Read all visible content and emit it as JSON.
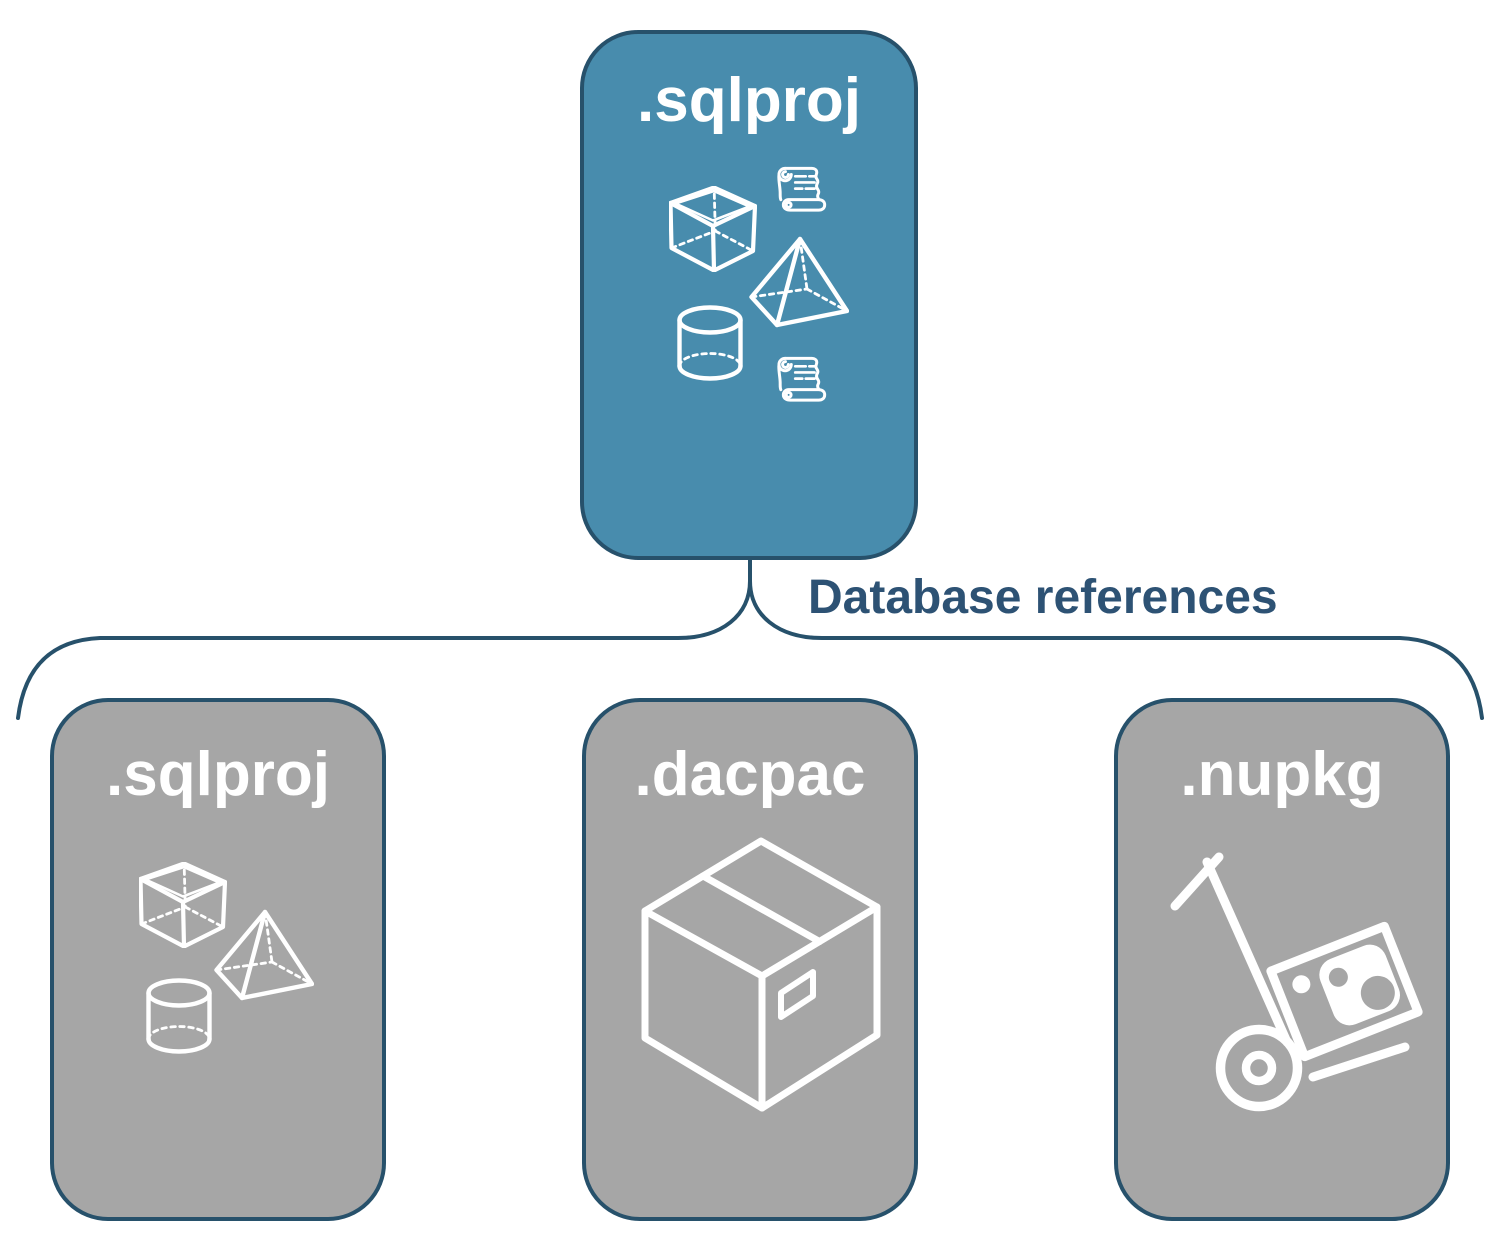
{
  "root_node": {
    "label": ".sqlproj",
    "icons": [
      "scroll-icon",
      "cube-icon",
      "pyramid-icon",
      "cylinder-icon",
      "scroll-icon"
    ]
  },
  "connector": {
    "label": "Database references"
  },
  "children": [
    {
      "label": ".sqlproj",
      "icons": [
        "cube-icon",
        "pyramid-icon",
        "cylinder-icon"
      ]
    },
    {
      "label": ".dacpac",
      "icons": [
        "package-box-icon"
      ]
    },
    {
      "label": ".nupkg",
      "icons": [
        "hand-truck-icon",
        "nuget-logo"
      ]
    }
  ],
  "colors": {
    "root_fill": "#488CAD",
    "child_fill": "#A6A6A6",
    "stroke": "#27516B",
    "connector_label_color": "#2D5274",
    "title_color": "#FFFFFF",
    "background": "#FFFFFF"
  }
}
